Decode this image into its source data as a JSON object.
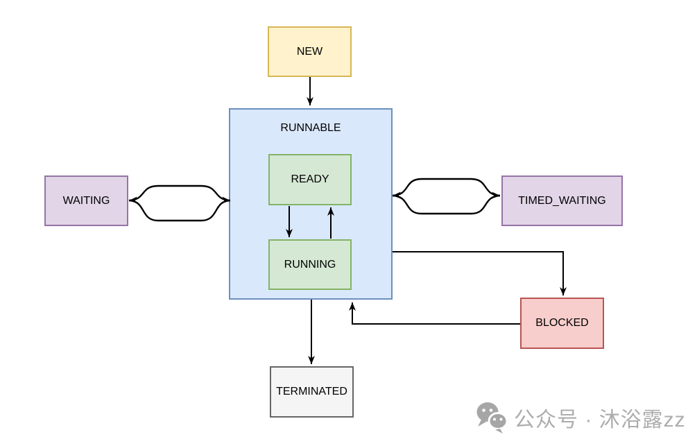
{
  "diagram": {
    "nodes": {
      "new": {
        "label": "NEW",
        "fill": "#fff2cc",
        "stroke": "#d6b656"
      },
      "runnable": {
        "label": "RUNNABLE",
        "fill": "#dae8fc",
        "stroke": "#6c8ebf"
      },
      "ready": {
        "label": "READY",
        "fill": "#d5e8d4",
        "stroke": "#82b366"
      },
      "running": {
        "label": "RUNNING",
        "fill": "#d5e8d4",
        "stroke": "#82b366"
      },
      "waiting": {
        "label": "WAITING",
        "fill": "#e1d5e7",
        "stroke": "#9673a6"
      },
      "timed_waiting": {
        "label": "TIMED_WAITING",
        "fill": "#e1d5e7",
        "stroke": "#9673a6"
      },
      "blocked": {
        "label": "BLOCKED",
        "fill": "#f8cecc",
        "stroke": "#b85450"
      },
      "terminated": {
        "label": "TERMINATED",
        "fill": "#f5f5f5",
        "stroke": "#666666"
      }
    },
    "edges": [
      {
        "from": "new",
        "to": "runnable",
        "style": "arrow"
      },
      {
        "from": "ready",
        "to": "running",
        "style": "arrow"
      },
      {
        "from": "running",
        "to": "ready",
        "style": "arrow"
      },
      {
        "from": "runnable",
        "to": "waiting",
        "style": "bidirectional-curved"
      },
      {
        "from": "runnable",
        "to": "timed_waiting",
        "style": "bidirectional-curved"
      },
      {
        "from": "runnable",
        "to": "blocked",
        "style": "arrow"
      },
      {
        "from": "blocked",
        "to": "runnable",
        "style": "arrow"
      },
      {
        "from": "runnable",
        "to": "terminated",
        "style": "arrow"
      }
    ],
    "edge_color": "#000000"
  },
  "watermark": {
    "icon": "wechat-icon",
    "text": "公众号 · 沐浴露zz",
    "color": "#adadad"
  }
}
